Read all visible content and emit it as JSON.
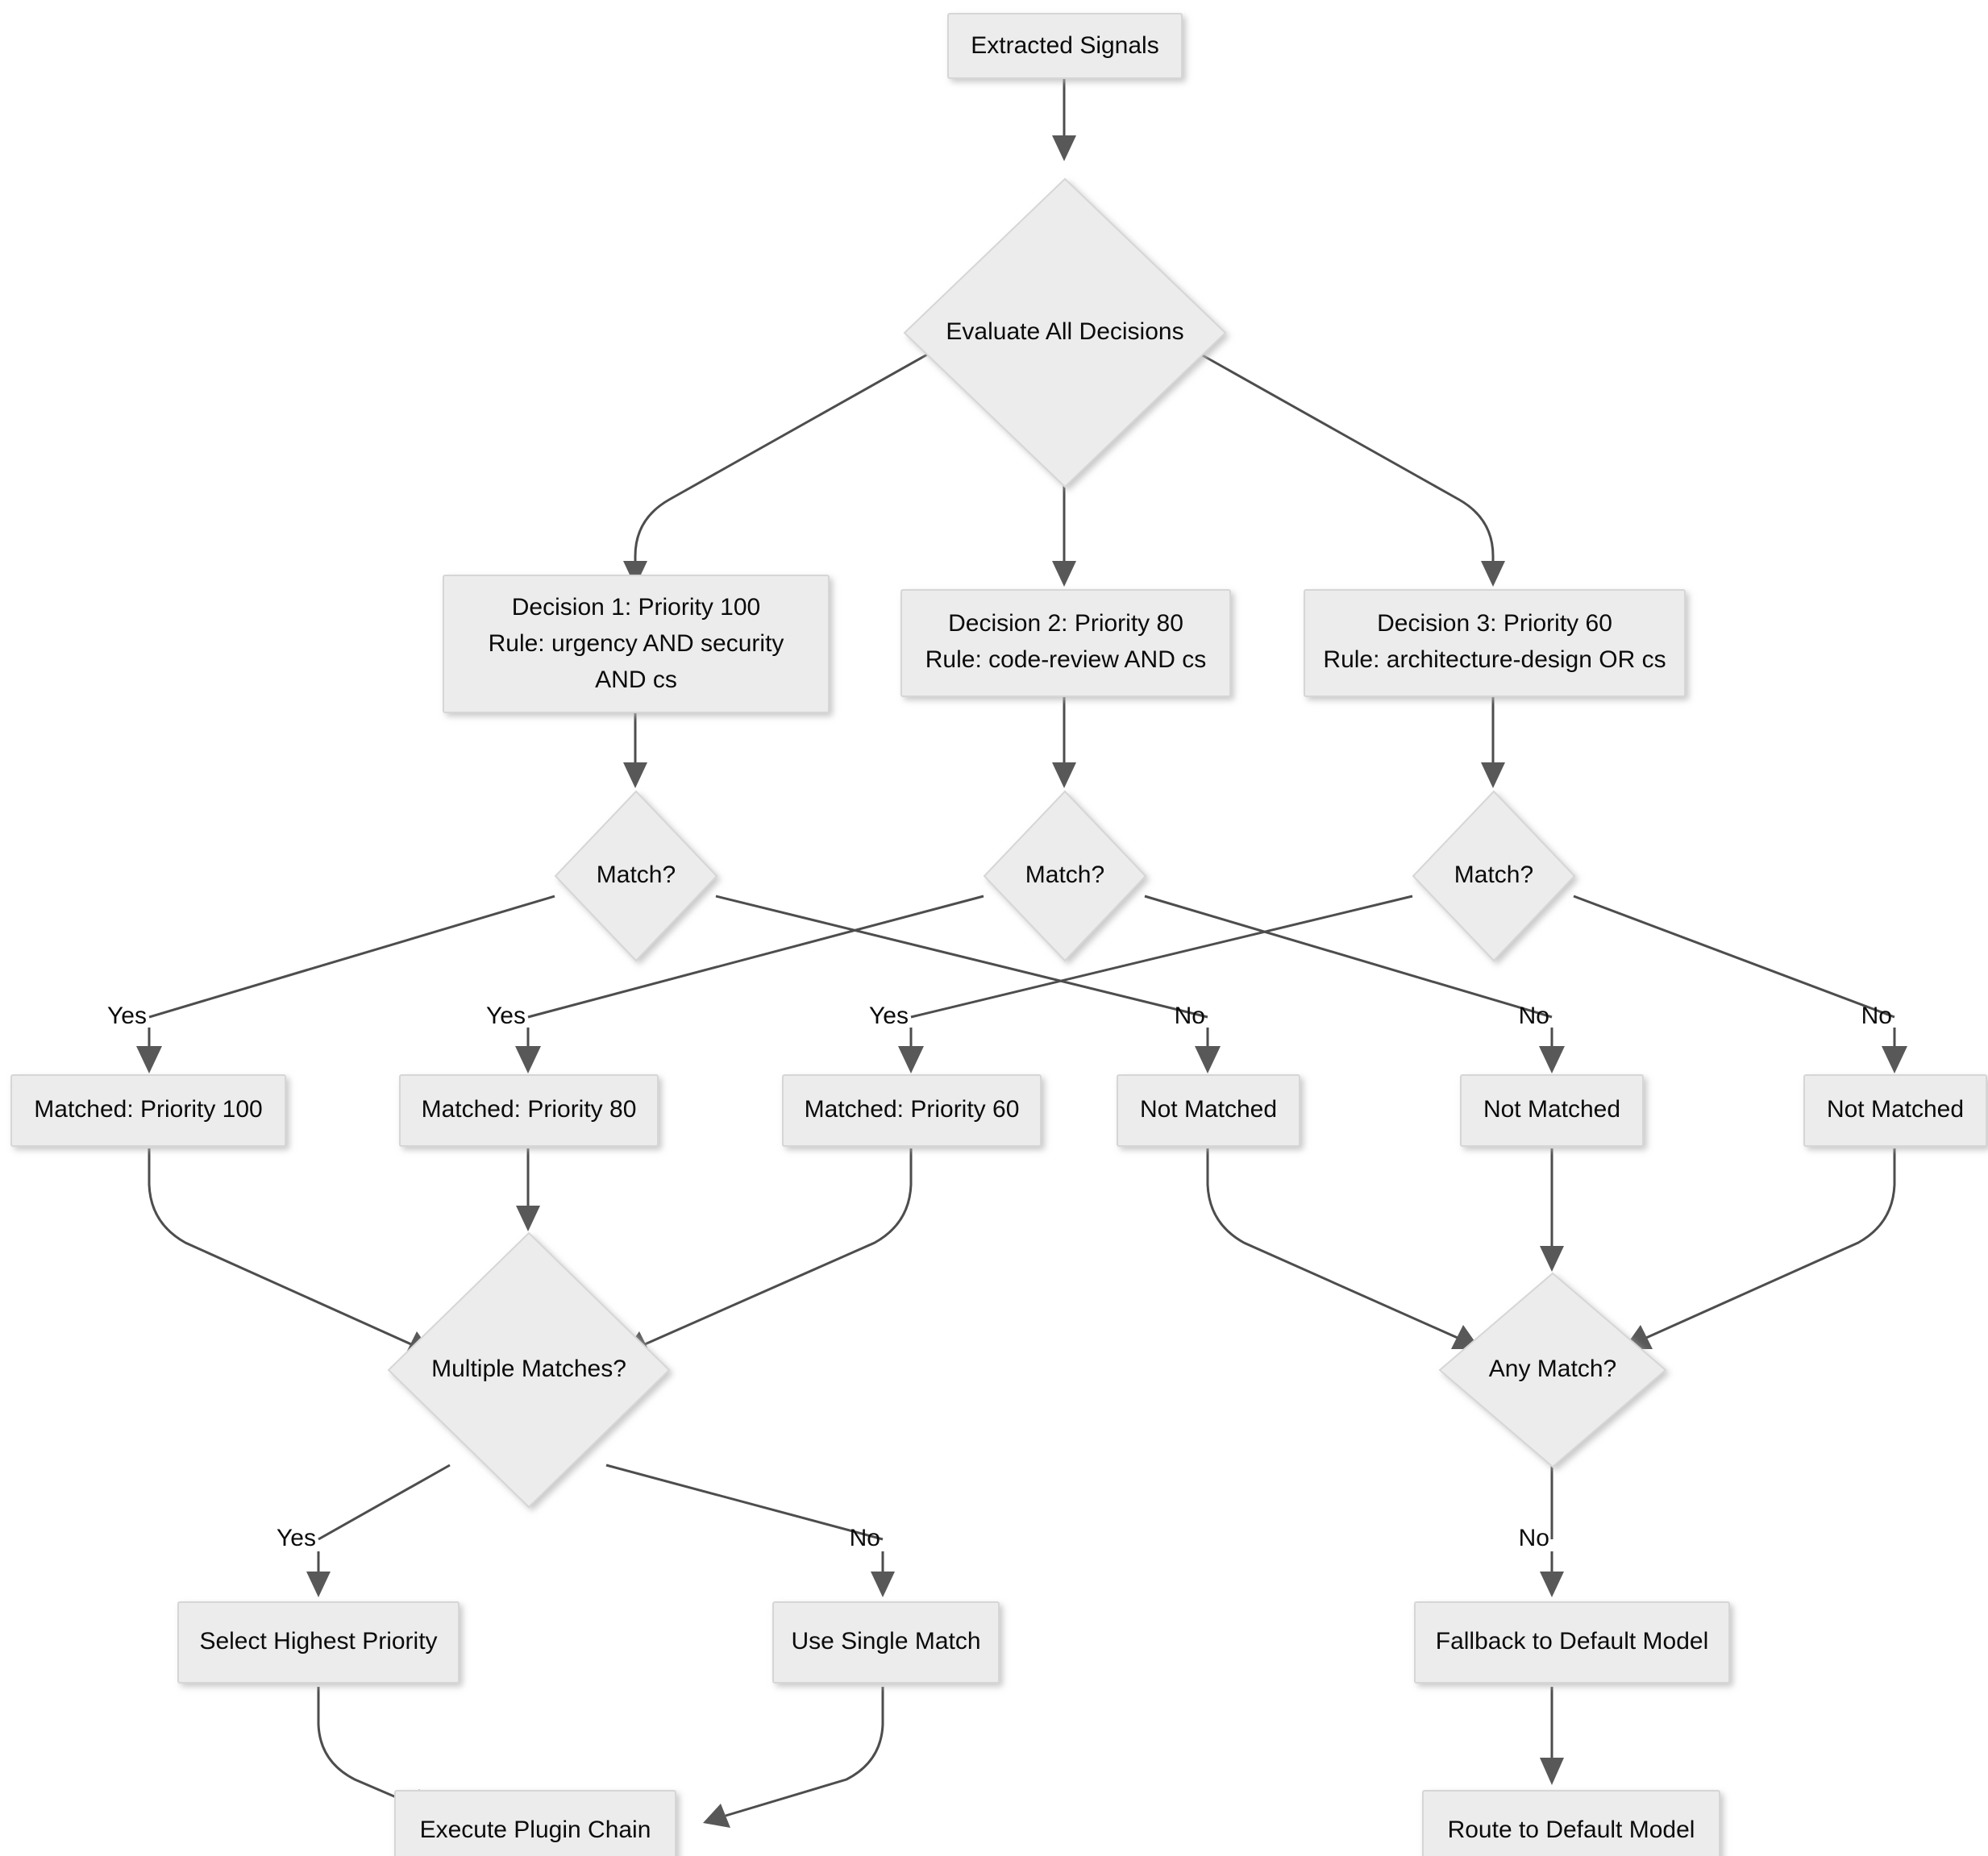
{
  "diagram": {
    "type": "flowchart",
    "direction": "top-down",
    "title": "Decision Routing Flowchart",
    "theme": {
      "background": "#ffffff",
      "node_fill": "#ececec",
      "node_stroke": "#d6d6d6",
      "edge_stroke": "#4d4d4d",
      "arrowhead_fill": "#585858",
      "text_color": "#0b0b0b"
    },
    "nodes": {
      "extracted_signals": {
        "label": "Extracted Signals",
        "shape": "rect"
      },
      "evaluate_all": {
        "label": "Evaluate All Decisions",
        "shape": "diamond"
      },
      "decision1_line1": {
        "label": "Decision 1: Priority 100"
      },
      "decision1_line2": {
        "label": "Rule: urgency AND security"
      },
      "decision1_line3": {
        "label": "AND cs"
      },
      "decision2_line1": {
        "label": "Decision 2: Priority 80"
      },
      "decision2_line2": {
        "label": "Rule: code-review AND cs"
      },
      "decision3_line1": {
        "label": "Decision 3: Priority 60"
      },
      "decision3_line2": {
        "label": "Rule: architecture-design OR cs"
      },
      "match1": {
        "label": "Match?",
        "shape": "diamond"
      },
      "match2": {
        "label": "Match?",
        "shape": "diamond"
      },
      "match3": {
        "label": "Match?",
        "shape": "diamond"
      },
      "matched100": {
        "label": "Matched: Priority 100",
        "shape": "rect"
      },
      "matched80": {
        "label": "Matched: Priority 80",
        "shape": "rect"
      },
      "matched60": {
        "label": "Matched: Priority 60",
        "shape": "rect"
      },
      "not_matched_1": {
        "label": "Not Matched",
        "shape": "rect"
      },
      "not_matched_2": {
        "label": "Not Matched",
        "shape": "rect"
      },
      "not_matched_3": {
        "label": "Not Matched",
        "shape": "rect"
      },
      "multiple_matches": {
        "label": "Multiple Matches?",
        "shape": "diamond"
      },
      "any_match": {
        "label": "Any Match?",
        "shape": "diamond"
      },
      "select_highest": {
        "label": "Select Highest Priority",
        "shape": "rect"
      },
      "use_single": {
        "label": "Use Single Match",
        "shape": "rect"
      },
      "execute_plugin": {
        "label": "Execute Plugin Chain",
        "shape": "rect"
      },
      "fallback_default": {
        "label": "Fallback to Default Model",
        "shape": "rect"
      },
      "route_default": {
        "label": "Route to Default Model",
        "shape": "rect"
      }
    },
    "edge_labels": {
      "yes_1": "Yes",
      "yes_2": "Yes",
      "yes_3": "Yes",
      "no_1": "No",
      "no_2": "No",
      "no_3": "No",
      "multi_yes": "Yes",
      "multi_no": "No",
      "any_no": "No"
    }
  }
}
